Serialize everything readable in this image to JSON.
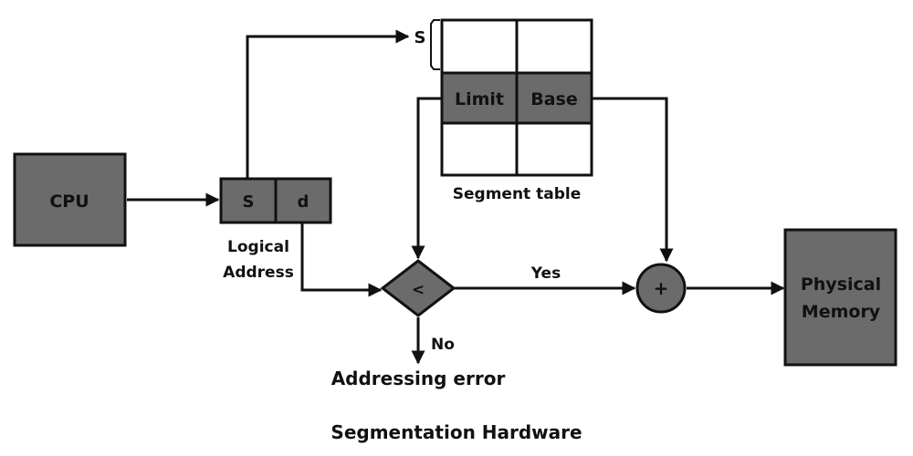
{
  "diagram": {
    "caption": "Segmentation Hardware",
    "cpu": {
      "label": "CPU"
    },
    "logical_address": {
      "label_line1": "Logical",
      "label_line2": "Address",
      "segment_field": "S",
      "offset_field": "d"
    },
    "segment_table": {
      "label": "Segment table",
      "index_marker": "S",
      "limit_label": "Limit",
      "base_label": "Base"
    },
    "comparator": {
      "symbol": "<",
      "yes_label": "Yes",
      "no_label": "No"
    },
    "adder": {
      "symbol": "+"
    },
    "error_label": "Addressing error",
    "physical_memory": {
      "label_line1": "Physical",
      "label_line2": "Memory"
    },
    "colors": {
      "box_fill": "#6b6b6b",
      "stroke": "#111111",
      "background": "#ffffff"
    }
  }
}
